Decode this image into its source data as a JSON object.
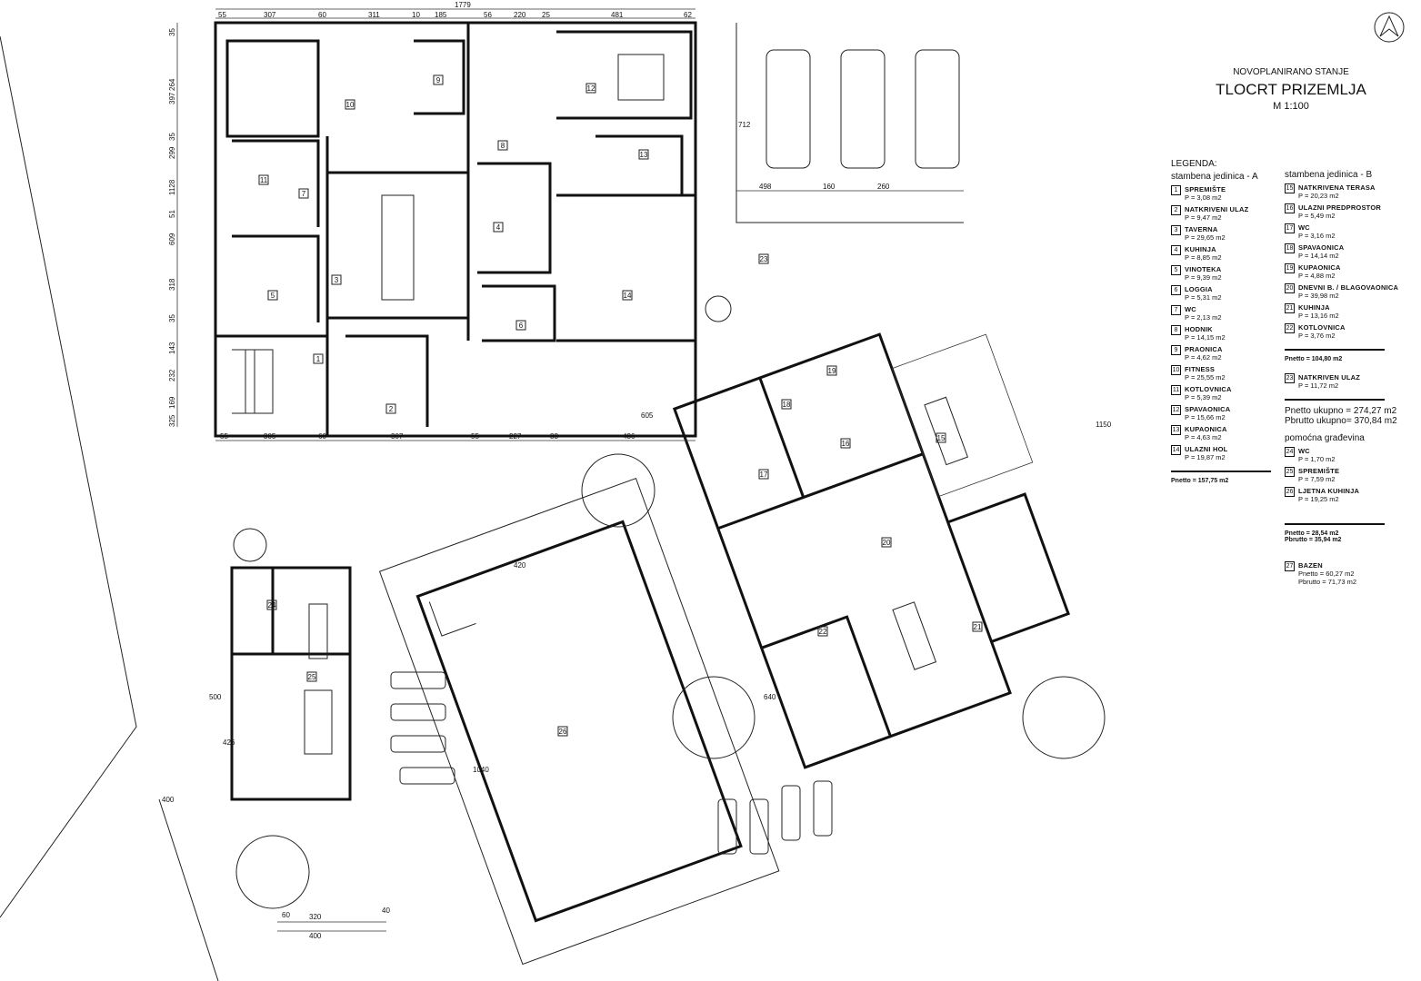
{
  "title": {
    "subtitle": "NOVOPLANIRANO STANJE",
    "main": "TLOCRT PRIZEMLJA",
    "scale": "M 1:100"
  },
  "legend": {
    "heading": "LEGENDA:",
    "unit_a": {
      "label": "stambena jedinica - A",
      "items": [
        {
          "n": "1",
          "name": "SPREMIŠTE",
          "area": "P = 3,08 m2"
        },
        {
          "n": "2",
          "name": "NATKRIVENI ULAZ",
          "area": "P = 9,47 m2"
        },
        {
          "n": "3",
          "name": "TAVERNA",
          "area": "P = 29,65 m2"
        },
        {
          "n": "4",
          "name": "KUHINJA",
          "area": "P = 8,85 m2"
        },
        {
          "n": "5",
          "name": "VINOTEKA",
          "area": "P = 9,39 m2"
        },
        {
          "n": "6",
          "name": "LOGGIA",
          "area": "P = 5,31 m2"
        },
        {
          "n": "7",
          "name": "WC",
          "area": "P = 2,13 m2"
        },
        {
          "n": "8",
          "name": "HODNIK",
          "area": "P = 14,15 m2"
        },
        {
          "n": "9",
          "name": "PRAONICA",
          "area": "P = 4,62 m2"
        },
        {
          "n": "10",
          "name": "FITNESS",
          "area": "P = 25,55 m2"
        },
        {
          "n": "11",
          "name": "KOTLOVNICA",
          "area": "P = 5,39 m2"
        },
        {
          "n": "12",
          "name": "SPAVAONICA",
          "area": "P = 15,66 m2"
        },
        {
          "n": "13",
          "name": "KUPAONICA",
          "area": "P = 4,63 m2"
        },
        {
          "n": "14",
          "name": "ULAZNI HOL",
          "area": "P = 19,87 m2"
        }
      ],
      "total": "Pnetto = 157,75 m2"
    },
    "unit_b": {
      "label": "stambena jedinica - B",
      "items": [
        {
          "n": "15",
          "name": "NATKRIVENA TERASA",
          "area": "P = 20,23 m2"
        },
        {
          "n": "16",
          "name": "ULAZNI PREDPROSTOR",
          "area": "P = 5,49 m2"
        },
        {
          "n": "17",
          "name": "WC",
          "area": "P = 3,16 m2"
        },
        {
          "n": "18",
          "name": "SPAVAONICA",
          "area": "P = 14,14 m2"
        },
        {
          "n": "19",
          "name": "KUPAONICA",
          "area": "P = 4,88 m2"
        },
        {
          "n": "20",
          "name": "DNEVNI B. / BLAGOVAONICA",
          "area": "P = 39,98 m2"
        },
        {
          "n": "21",
          "name": "KUHINJA",
          "area": "P = 13,16 m2"
        },
        {
          "n": "22",
          "name": "KOTLOVNICA",
          "area": "P = 3,76 m2"
        }
      ],
      "total": "Pnetto = 104,80 m2"
    },
    "covered_entry": {
      "n": "23",
      "name": "NATKRIVEN ULAZ",
      "area": "P = 11,72 m2"
    },
    "totals": {
      "net": "Pnetto ukupno = 274,27 m2",
      "gross": "Pbrutto ukupno= 370,84 m2"
    },
    "auxiliary": {
      "label": "pomoćna građevina",
      "items": [
        {
          "n": "24",
          "name": "WC",
          "area": "P = 1,70 m2"
        },
        {
          "n": "25",
          "name": "SPREMIŠTE",
          "area": "P = 7,59 m2"
        },
        {
          "n": "26",
          "name": "LJETNA KUHINJA",
          "area": "P = 19,25 m2"
        }
      ],
      "net": "Pnetto = 28,54 m2",
      "gross": "Pbrutto = 35,94 m2"
    },
    "pool": {
      "n": "27",
      "name": "BAZEN",
      "net": "Pnetto = 60,27 m2",
      "gross": "Pbrutto = 71,73 m2"
    }
  },
  "dimensions": {
    "top_total": "1779",
    "top": [
      "55",
      "307",
      "60",
      "311",
      "10",
      "185",
      "56",
      "220",
      "25",
      "481",
      "62"
    ],
    "left": [
      "35",
      "264",
      "397",
      "35",
      "299",
      "1128",
      "51",
      "609",
      "318",
      "35",
      "143",
      "232",
      "169",
      "325"
    ],
    "mid": [
      "55",
      "305",
      "60",
      "307",
      "55",
      "227",
      "33",
      "436"
    ],
    "parking": [
      "498",
      "160",
      "260"
    ],
    "bottom": [
      "320",
      "400",
      "40",
      "60"
    ],
    "misc": [
      "712",
      "420",
      "605",
      "1150",
      "1040",
      "640",
      "500",
      "426",
      "400"
    ]
  }
}
